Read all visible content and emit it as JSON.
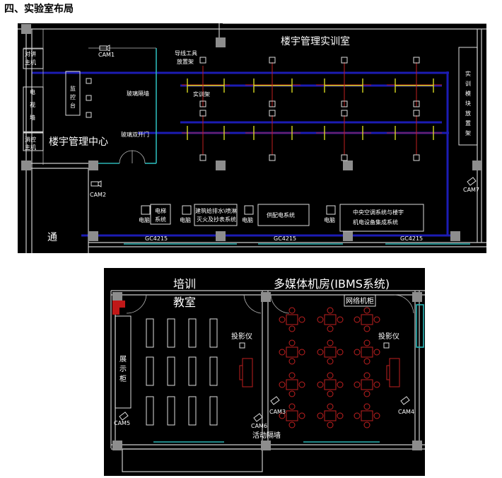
{
  "heading": "四、实验室布局",
  "plan1": {
    "labels": {
      "intercom_host": [
        "对讲",
        "主机"
      ],
      "tv_wall": [
        "电",
        "视",
        "墙"
      ],
      "monitor_desk": [
        "监",
        "控",
        "台"
      ],
      "fire_host": [
        "消控",
        "主机"
      ],
      "glass_wall": "玻璃隔墙",
      "glass_double_door": "玻璃双开门",
      "control_center": "楼宇管理中心",
      "wire_tool_rack": [
        "导线工具",
        "放置架"
      ],
      "training_rack": "实训架",
      "training_room": "楼宇管理实训室",
      "module_rack": [
        "实",
        "训",
        "模",
        "块",
        "放",
        "置",
        "架"
      ],
      "corridor": "通",
      "cam1": "CAM1",
      "cam2": "CAM2",
      "cam7": "CAM7",
      "computer": "电脑",
      "elevator_system": [
        "电梯",
        "系统"
      ],
      "water_fire_system": [
        "建筑给排水\\喷淋",
        "灭火及抄表系统"
      ],
      "power_system": "供配电系统",
      "hvac_system": [
        "中央空调系统与楼宇",
        "机电设备集成系统"
      ],
      "window_code": "GC4215"
    }
  },
  "plan2": {
    "labels": {
      "training_classroom": [
        "培训",
        "教室"
      ],
      "multimedia_room": "多媒体机房(IBMS系统)",
      "network_cabinet": "网络机柜",
      "display_cabinet": [
        "展",
        "示",
        "柜"
      ],
      "projector": "投影仪",
      "movable_partition": "活动隔墙",
      "cam3": "CAM3",
      "cam4": "CAM4",
      "cam5": "CAM5",
      "cam6": "CAM6"
    }
  },
  "colors": {
    "background": "#000000",
    "wall": "#cccccc",
    "glass": "#2bb6b6",
    "cable_tray": "#1c1cb4",
    "rack": "#d8d820",
    "furniture": "#c02020"
  }
}
